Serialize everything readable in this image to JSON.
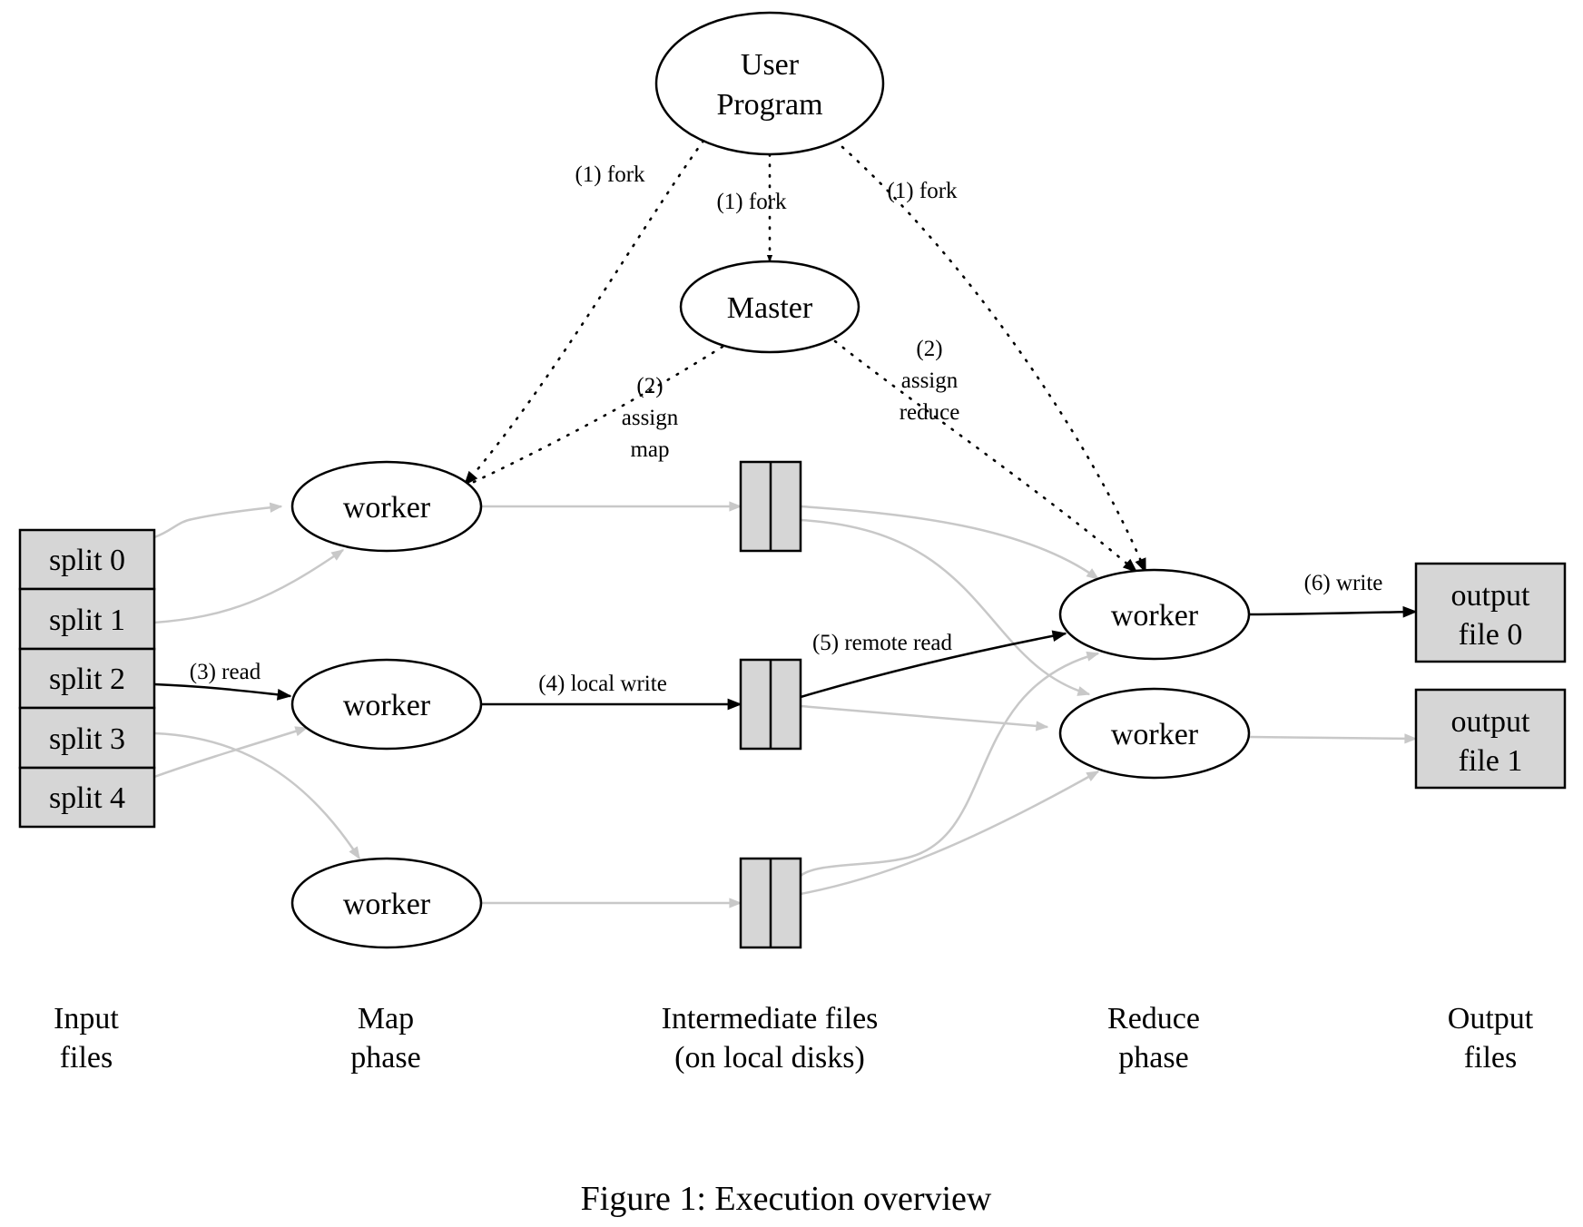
{
  "nodes": {
    "user_program": [
      "User",
      "Program"
    ],
    "master": "Master",
    "map_worker_1": "worker",
    "map_worker_2": "worker",
    "map_worker_3": "worker",
    "reduce_worker_1": "worker",
    "reduce_worker_2": "worker",
    "splits": [
      "split 0",
      "split 1",
      "split 2",
      "split 3",
      "split 4"
    ],
    "output_0": [
      "output",
      "file 0"
    ],
    "output_1": [
      "output",
      "file 1"
    ]
  },
  "edge_labels": {
    "fork_left": "(1) fork",
    "fork_center": "(1) fork",
    "fork_right": "(1) fork",
    "assign_map": [
      "(2)",
      "assign",
      "map"
    ],
    "assign_reduce": [
      "(2)",
      "assign",
      "reduce"
    ],
    "read": "(3) read",
    "local_write": "(4) local write",
    "remote_read": "(5) remote read",
    "write": "(6) write"
  },
  "phases": {
    "input": [
      "Input",
      "files"
    ],
    "map": [
      "Map",
      "phase"
    ],
    "intermediate": [
      "Intermediate files",
      "(on local disks)"
    ],
    "reduce": [
      "Reduce",
      "phase"
    ],
    "output": [
      "Output",
      "files"
    ]
  },
  "caption": "Figure 1: Execution overview",
  "colors": {
    "box_fill": "#d6d6d6",
    "active_edge": "#000000",
    "inactive_edge": "#c8c8c8"
  }
}
